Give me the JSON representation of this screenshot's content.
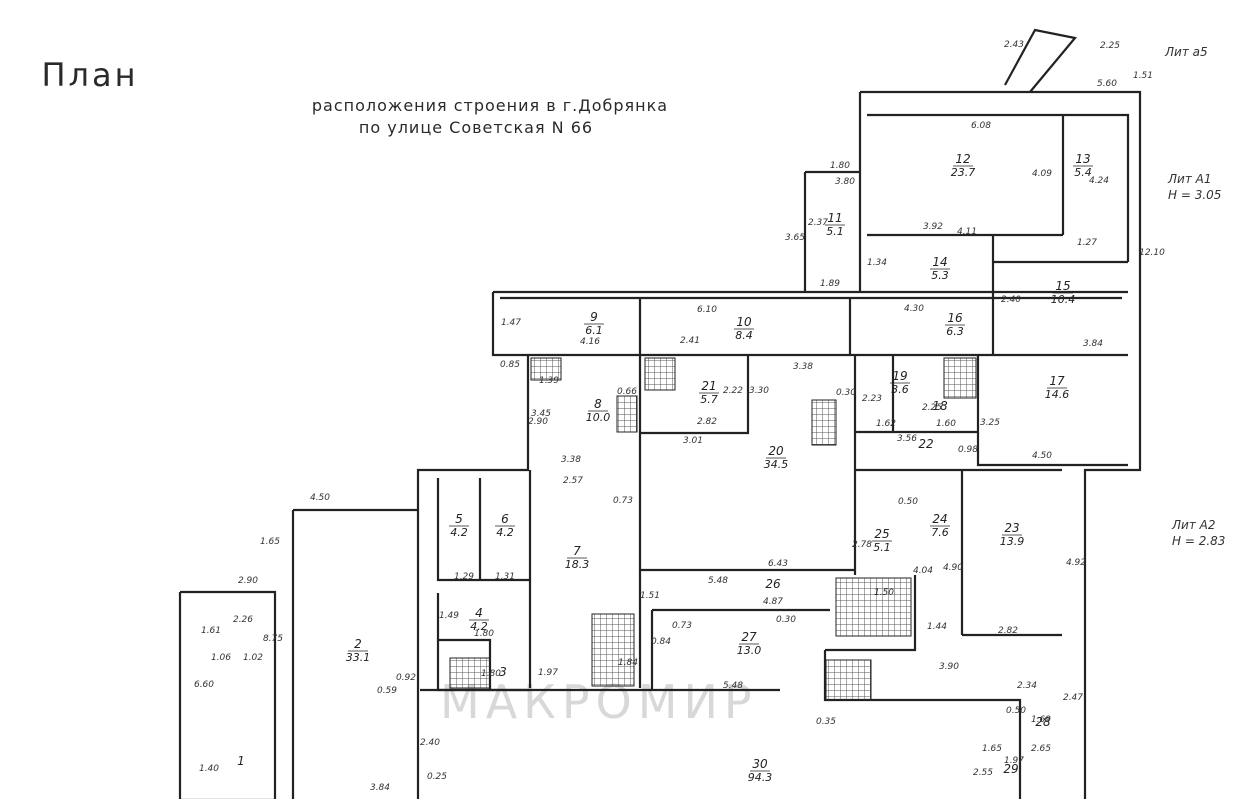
{
  "title": "План",
  "subtitle_line1": "расположения строения в г.Добрянка",
  "subtitle_line2": "по улице Советская N 66",
  "watermark": "МАКРОМИР",
  "annotations": {
    "lit5": "Лит а5",
    "litA1_name": "Лит А1",
    "litA1_h": "H = 3.05",
    "litA2_name": "Лит А2",
    "litA2_h": "H = 2.83"
  },
  "rooms": [
    {
      "num": "1",
      "area": ""
    },
    {
      "num": "2",
      "area": "33.1"
    },
    {
      "num": "3",
      "area": ""
    },
    {
      "num": "4",
      "area": "4.2"
    },
    {
      "num": "5",
      "area": "4.2"
    },
    {
      "num": "6",
      "area": "4.2"
    },
    {
      "num": "7",
      "area": "18.3"
    },
    {
      "num": "8",
      "area": "10.0"
    },
    {
      "num": "9",
      "area": "6.1"
    },
    {
      "num": "10",
      "area": "8.4"
    },
    {
      "num": "11",
      "area": "5.1"
    },
    {
      "num": "12",
      "area": "23.7"
    },
    {
      "num": "13",
      "area": "5.4"
    },
    {
      "num": "14",
      "area": "5.3"
    },
    {
      "num": "15",
      "area": "10.4"
    },
    {
      "num": "16",
      "area": "6.3"
    },
    {
      "num": "17",
      "area": "14.6"
    },
    {
      "num": "18",
      "area": ""
    },
    {
      "num": "19",
      "area": "3.6"
    },
    {
      "num": "20",
      "area": "34.5"
    },
    {
      "num": "21",
      "area": "5.7"
    },
    {
      "num": "22",
      "area": ""
    },
    {
      "num": "23",
      "area": "13.9"
    },
    {
      "num": "24",
      "area": "7.6"
    },
    {
      "num": "25",
      "area": "5.1"
    },
    {
      "num": "26",
      "area": ""
    },
    {
      "num": "27",
      "area": "13.0"
    },
    {
      "num": "28",
      "area": ""
    },
    {
      "num": "29",
      "area": ""
    },
    {
      "num": "30",
      "area": "94.3"
    }
  ],
  "dimensions": [
    "2.25",
    "5.60",
    "6.08",
    "4.09",
    "4.24",
    "1.80",
    "3.80",
    "3.65",
    "2.37",
    "4.11",
    "3.92",
    "1.27",
    "12.10",
    "1.34",
    "1.89",
    "6.10",
    "1.47",
    "4.30",
    "2.40",
    "0.85",
    "4.16",
    "2.41",
    "3.38",
    "3.84",
    "1.39",
    "0.66",
    "2.22",
    "3.30",
    "0.30",
    "2.23",
    "2.25",
    "3.45",
    "2.90",
    "2.82",
    "1.62",
    "1.60",
    "3.25",
    "3.01",
    "3.56",
    "0.98",
    "4.50",
    "3.38",
    "2.57",
    "0.73",
    "0.50",
    "4.50",
    "6.43",
    "5.48",
    "4.87",
    "1.65",
    "2.90",
    "2.26",
    "1.61",
    "1.06",
    "1.02",
    "8.75",
    "1.29",
    "1.31",
    "1.80",
    "1.44",
    "4.04",
    "4.90",
    "4.92",
    "1.50",
    "2.82",
    "3.90",
    "2.34",
    "1.97",
    "1.84",
    "0.92",
    "0.59",
    "2.40",
    "0.25",
    "3.84",
    "1.80",
    "6.60",
    "1.40",
    "2.78",
    "1.49",
    "1.51",
    "0.73",
    "0.84",
    "0.30",
    "0.35",
    "0.50",
    "1.65",
    "2.65",
    "1.97",
    "1.69",
    "2.55",
    "5.48",
    "2.47",
    "1.51",
    "2.43"
  ]
}
